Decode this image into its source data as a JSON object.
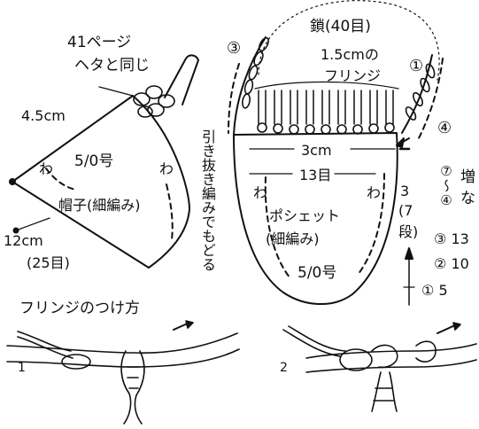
{
  "hat": {
    "ref_page": "41ページ",
    "ref_same": "ヘタと同じ",
    "width_label": "4.5cm",
    "hook": "5/0号",
    "wa_left": "わ",
    "wa_right": "わ",
    "name": "帽子(細編み)",
    "side_cm": "12cm",
    "side_count": "(25目)"
  },
  "slip_stitch_note": "引き抜き編みでもどる",
  "pochette": {
    "chain_label": "鎖(40目)",
    "fringe_label_1": "1.5cmの",
    "fringe_label_2": "フリンジ",
    "width_cm": "3cm",
    "width_count": "13目",
    "wa_left": "わ",
    "wa_right": "わ",
    "name_1": "ポシェット",
    "name_2": "(細編み)",
    "hook": "5/0号",
    "rows_1": "3",
    "rows_2": "(7",
    "rows_3": "段)"
  },
  "markers": {
    "m1": "①",
    "m3": "③",
    "m4": "④"
  },
  "increase_note": {
    "range": "⑦〜④",
    "char_1": "増",
    "char_2": "な"
  },
  "row_table": [
    {
      "row": "③",
      "count": "13"
    },
    {
      "row": "②",
      "count": "10"
    },
    {
      "row": "①",
      "count": "5"
    }
  ],
  "fringe_method": {
    "title": "フリンジのつけ方",
    "step_1": "1",
    "step_2": "2"
  }
}
